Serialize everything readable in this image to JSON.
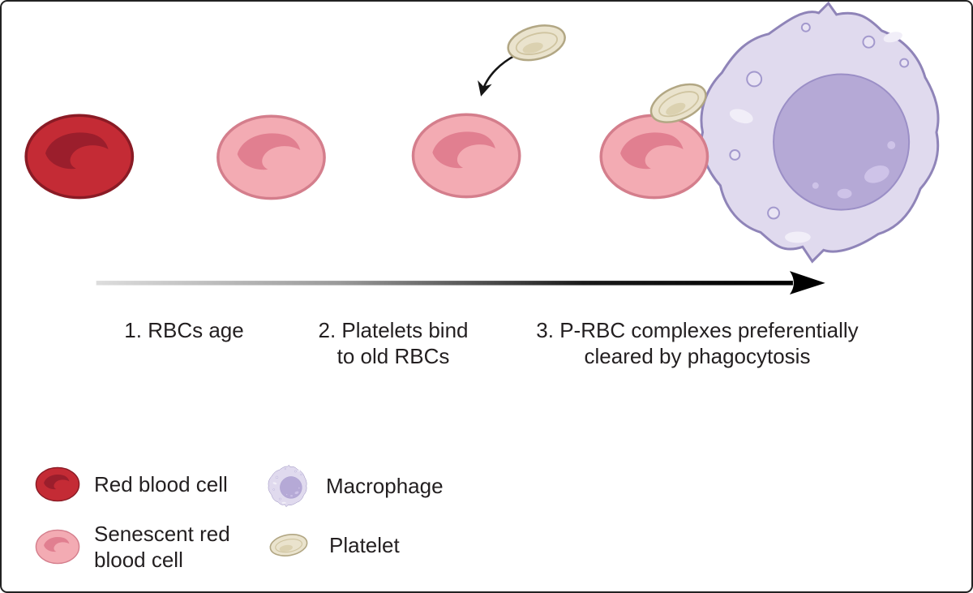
{
  "steps": [
    {
      "label": "1. RBCs age"
    },
    {
      "label": "2. Platelets bind\nto old RBCs"
    },
    {
      "label": "3. P-RBC complexes preferentially\ncleared by phagocytosis"
    }
  ],
  "legend": {
    "items": [
      {
        "label": "Red blood cell"
      },
      {
        "label": "Senescent red\nblood cell"
      },
      {
        "label": "Macrophage"
      },
      {
        "label": "Platelet"
      }
    ]
  },
  "colors": {
    "background": "#ffffff",
    "border": "#222222",
    "text": "#231f20",
    "arrow": "#000000",
    "arrow_gradient_start": "#d9d9d9",
    "rbc_fill": "#c42b35",
    "rbc_crescent": "#9b1e2c",
    "rbc_stroke": "#8a1b25",
    "senescent_fill": "#f3abb3",
    "senescent_crescent": "#e17f90",
    "senescent_stroke": "#d47e8c",
    "platelet_fill": "#eae3cd",
    "platelet_stroke": "#b2a784",
    "macrophage_fill": "#e0daee",
    "macrophage_nucleus": "#b5a9d6",
    "macrophage_stroke": "#8f84b8"
  }
}
